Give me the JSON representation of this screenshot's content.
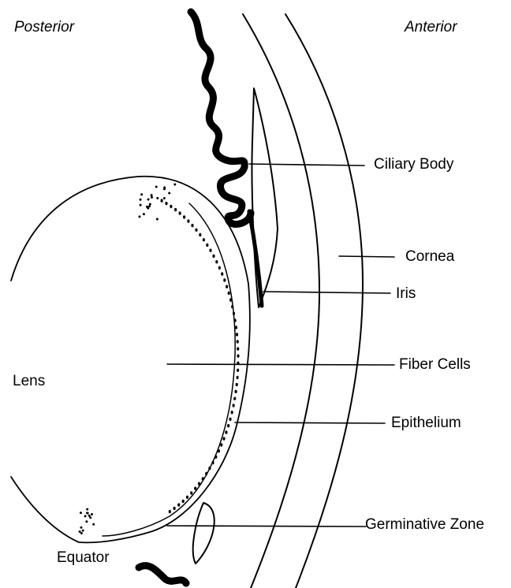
{
  "orientation": {
    "posterior": "Posterior",
    "anterior": "Anterior"
  },
  "labels": {
    "ciliary_body": "Ciliary Body",
    "cornea": "Cornea",
    "iris": "Iris",
    "fiber_cells": "Fiber Cells",
    "epithelium": "Epithelium",
    "germinative_zone": "Germinative Zone",
    "lens": "Lens",
    "equator": "Equator"
  },
  "colors": {
    "ink": "#000000",
    "background": "#ffffff"
  }
}
